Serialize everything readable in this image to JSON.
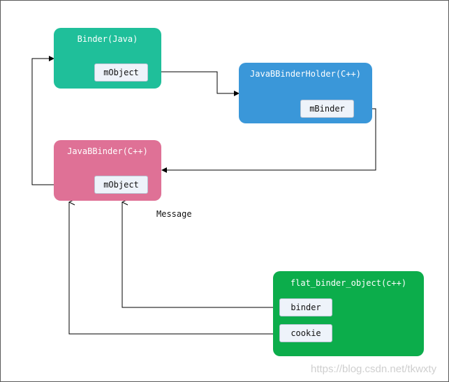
{
  "nodes": {
    "binder_java": {
      "title": "Binder(Java)",
      "color": "#1fbf9a",
      "fields": {
        "mObject": "mObject"
      }
    },
    "holder": {
      "title": "JavaBBinderHolder(C++)",
      "color": "#3a97d9",
      "fields": {
        "mBinder": "mBinder"
      }
    },
    "javabbinder": {
      "title": "JavaBBinder(C++)",
      "color": "#df7196",
      "fields": {
        "mObject": "mObject"
      }
    },
    "flat_binder_object": {
      "title": "flat_binder_object(c++)",
      "color": "#0cad4b",
      "fields": {
        "binder": "binder",
        "cookie": "cookie"
      }
    }
  },
  "edge_labels": {
    "message": "Message"
  },
  "watermark": "https://blog.csdn.net/tkwxty"
}
